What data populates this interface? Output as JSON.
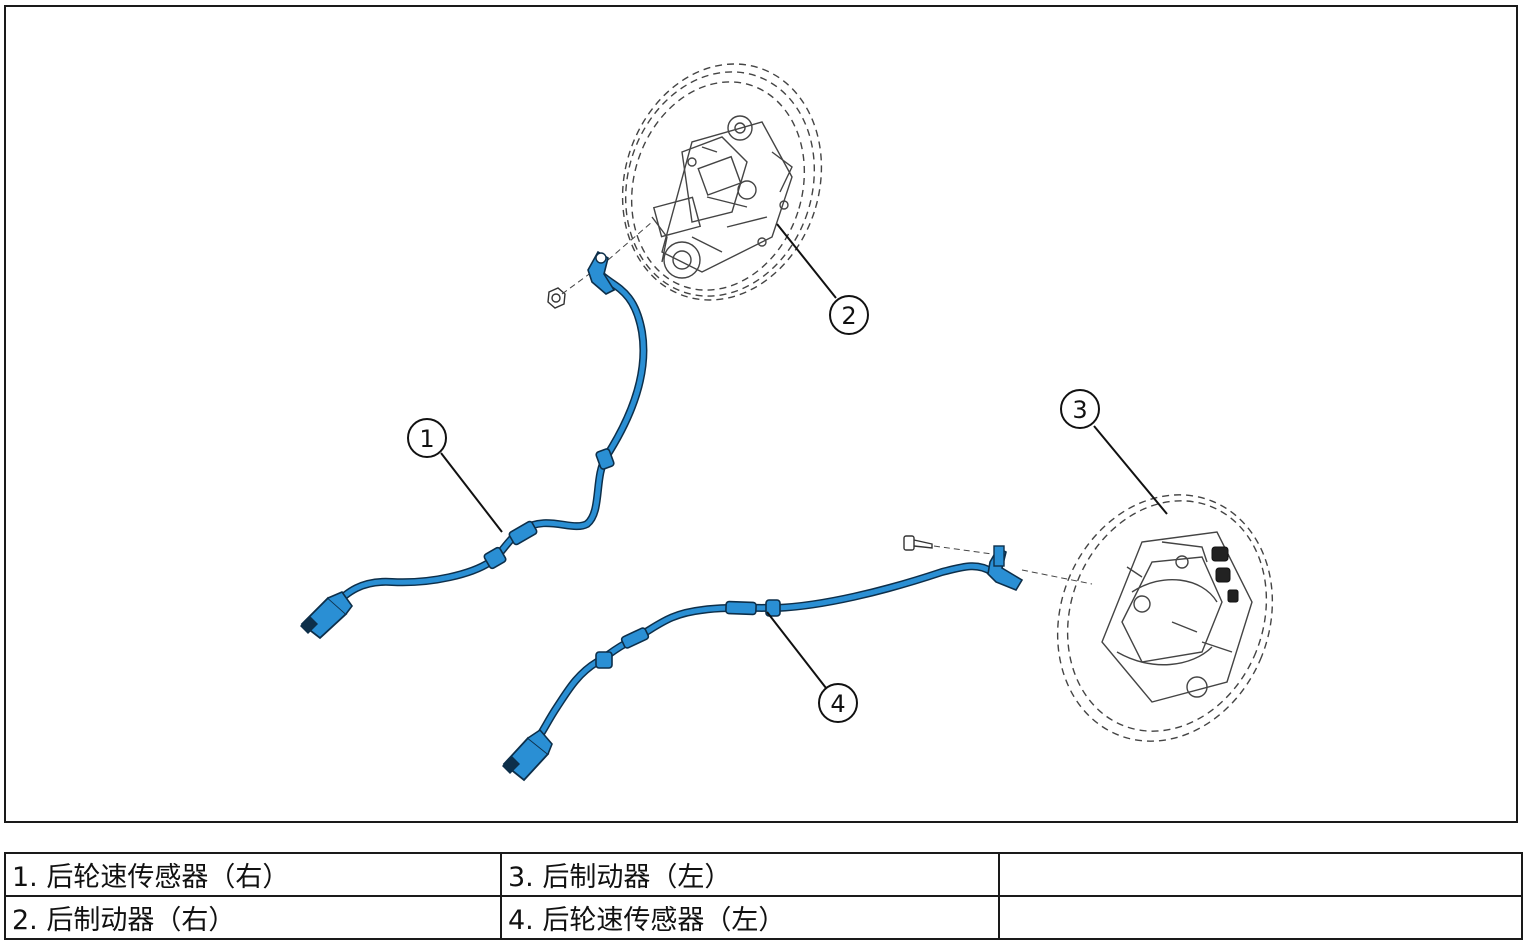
{
  "callouts": [
    {
      "number": "1"
    },
    {
      "number": "2"
    },
    {
      "number": "3"
    },
    {
      "number": "4"
    }
  ],
  "legend": {
    "rows": [
      [
        "1. 后轮速传感器（右）",
        "3. 后制动器（左）",
        ""
      ],
      [
        "2. 后制动器（右）",
        "4. 后轮速传感器（左）",
        ""
      ]
    ]
  },
  "colors": {
    "cable": "#2a8fd4",
    "cable_outline": "#0d2f4a",
    "line_art": "#333333"
  }
}
